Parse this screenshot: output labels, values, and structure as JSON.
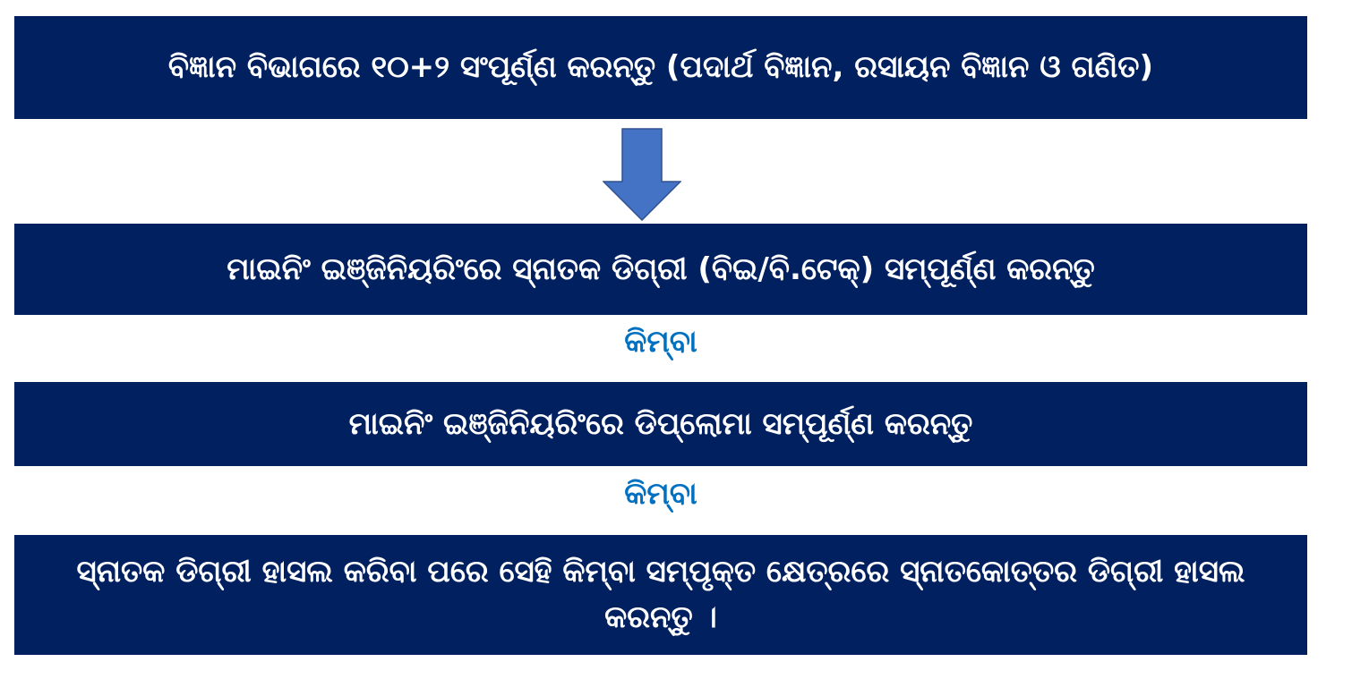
{
  "colors": {
    "box": "#002060",
    "arrow": "#4472C4",
    "or_text": "#0070C0",
    "box_text": "#FFFFFF"
  },
  "steps": [
    "ବିଜ୍ଞାନ ବିଭାଗରେ ୧୦+୨ ସଂପୂର୍ଣ୍ଣ କରନ୍ତୁ (ପଦାର୍ଥ ବିଜ୍ଞାନ, ରସାୟନ ବିଜ୍ଞାନ ଓ ଗଣିତ)",
    "ମାଇନିଂ ଇଞ୍ଜିନିୟରିଂରେ ସ୍ନାତକ ଡିଗ୍ରୀ (ବିଇ/ବି.ଟେକ୍) ସମ୍ପୂର୍ଣ୍ଣ କରନ୍ତୁ",
    "ମାଇନିଂ ଇଞ୍ଜିନିୟରିଂରେ ଡିପ୍ଲୋମା ସମ୍ପୂର୍ଣ୍ଣ କରନ୍ତୁ",
    "ସ୍ନାତକ ଡିଗ୍ରୀ ହାସଲ କରିବା ପରେ ସେହି କିମ୍ବା ସମ୍ପୃକ୍ତ କ୍ଷେତ୍ରରେ ସ୍ନାତକୋତ୍ତର ଡିଗ୍ରୀ ହାସଲ କରନ୍ତୁ ।"
  ],
  "or_labels": [
    "କିମ୍ବା",
    "କିମ୍ବା"
  ]
}
